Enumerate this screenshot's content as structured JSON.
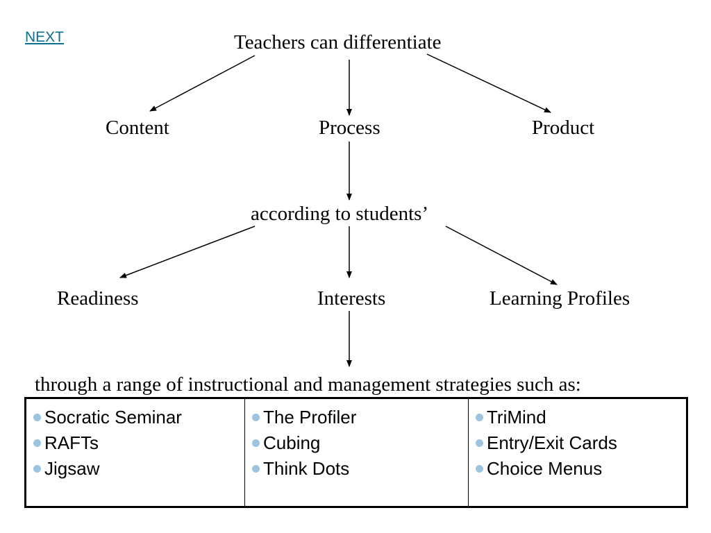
{
  "nav": {
    "next_label": "NEXT"
  },
  "diagram": {
    "root": "Teachers can differentiate",
    "targets": [
      "Content",
      "Process",
      "Product"
    ],
    "connector": "according to students’",
    "traits": [
      "Readiness",
      "Interests",
      "Learning Profiles"
    ],
    "strategies_intro": "through a range of instructional and management strategies such as:"
  },
  "strategies": {
    "columns": [
      [
        "Socratic Seminar",
        "RAFTs",
        "Jigsaw"
      ],
      [
        "The Profiler",
        "Cubing",
        "Think Dots"
      ],
      [
        "TriMind",
        "Entry/Exit Cards",
        "Choice Menus"
      ]
    ]
  },
  "colors": {
    "link": "#0a6f8c",
    "bullet": "#9cc3e0",
    "text": "#000000"
  }
}
